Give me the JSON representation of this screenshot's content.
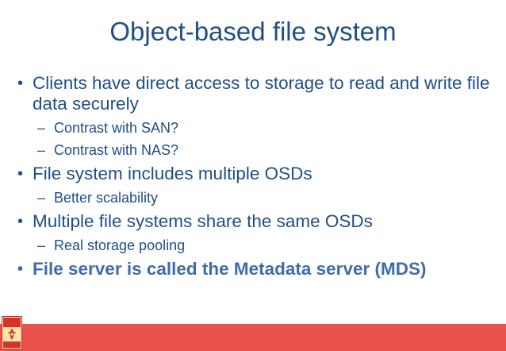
{
  "slide": {
    "title": "Object-based file system",
    "bullets": [
      {
        "text": "Clients have direct access to storage to read and write file data securely"
      },
      {
        "text": "Contrast with SAN?"
      },
      {
        "text": "Contrast with NAS?"
      },
      {
        "text": "File system includes multiple OSDs"
      },
      {
        "text": "Better scalability"
      },
      {
        "text": "Multiple file systems share the same OSDs"
      },
      {
        "text": "Real storage pooling"
      },
      {
        "text": "File server is called the Metadata server (MDS)"
      }
    ]
  },
  "style": {
    "text_color": "#1f4f86",
    "highlight_color": "#3f6ca8",
    "footer_color": "#e8524a"
  },
  "logo": {
    "name": "university-logo-icon"
  }
}
